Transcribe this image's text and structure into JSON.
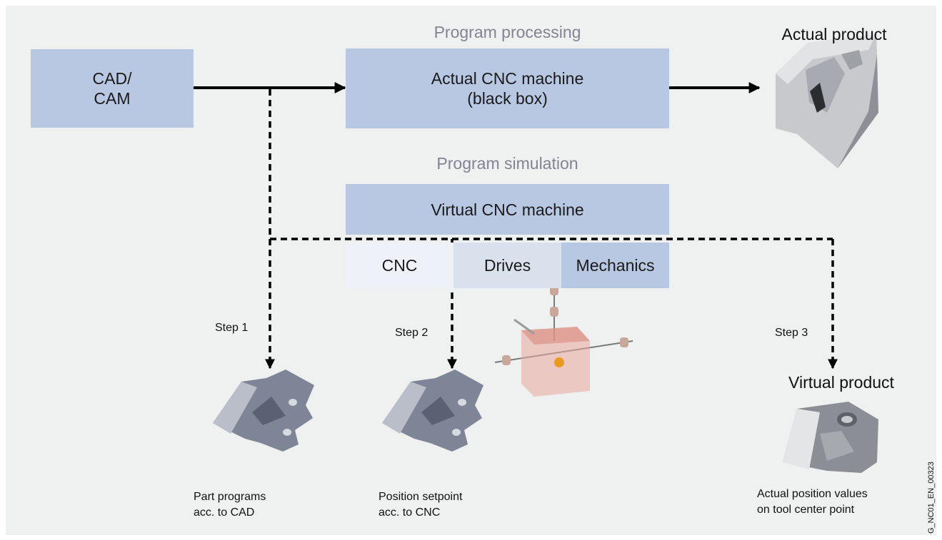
{
  "diagram": {
    "cad_cam_label": "CAD/\nCAM",
    "program_processing_label": "Program processing",
    "actual_machine_label": "Actual CNC machine\n(black box)",
    "actual_product_label": "Actual product",
    "program_simulation_label": "Program simulation",
    "virtual_machine_label": "Virtual CNC machine",
    "components": {
      "cnc": "CNC",
      "drives": "Drives",
      "mechanics": "Mechanics"
    },
    "steps": {
      "step1": "Step 1",
      "step2": "Step 2",
      "step3": "Step 3"
    },
    "virtual_product_label": "Virtual product",
    "notes": {
      "part_programs": "Part programs\nacc. to CAD",
      "position_setpoint": "Position setpoint\nacc. to CNC",
      "actual_position": "Actual position values\non tool center point"
    },
    "doc_id": "G_NC01_EN_00323"
  },
  "colors": {
    "background": "#eff0f0",
    "box_blue": "#b8c8e2",
    "caption_gray": "#838393"
  }
}
